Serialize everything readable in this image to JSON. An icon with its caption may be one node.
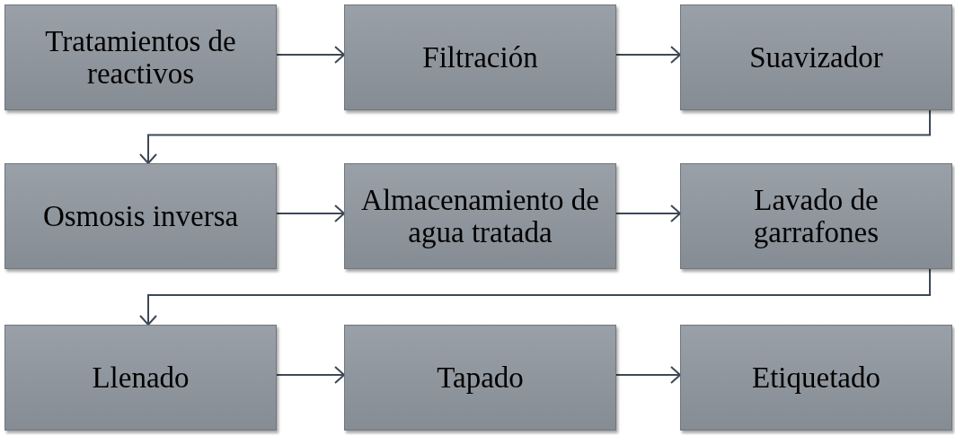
{
  "diagram": {
    "nodes": [
      {
        "text": [
          "Tratamientos de reactivos"
        ]
      },
      {
        "text": [
          "Filtración"
        ]
      },
      {
        "text": [
          "Suavizador"
        ]
      },
      {
        "text": [
          "Osmosis inversa"
        ]
      },
      {
        "text": [
          "Almacenamiento de agua tratada"
        ]
      },
      {
        "text": [
          "Lavado de garrafones"
        ]
      },
      {
        "text": [
          "Llenado"
        ]
      },
      {
        "text": [
          "Tapado"
        ]
      },
      {
        "text": [
          "Etiquetado"
        ]
      }
    ],
    "edges": [
      {
        "from": 0,
        "to": 1,
        "arrow": "to"
      },
      {
        "from": 1,
        "to": 2,
        "arrow": "to"
      },
      {
        "from": 2,
        "to": 3,
        "arrow": "to"
      },
      {
        "from": 3,
        "to": 4,
        "arrow": "to"
      },
      {
        "from": 4,
        "to": 5,
        "arrow": "to"
      },
      {
        "from": 5,
        "to": 6,
        "arrow": "to"
      },
      {
        "from": 6,
        "to": 7,
        "arrow": "to"
      },
      {
        "from": 7,
        "to": 8,
        "arrow": "to"
      }
    ]
  }
}
